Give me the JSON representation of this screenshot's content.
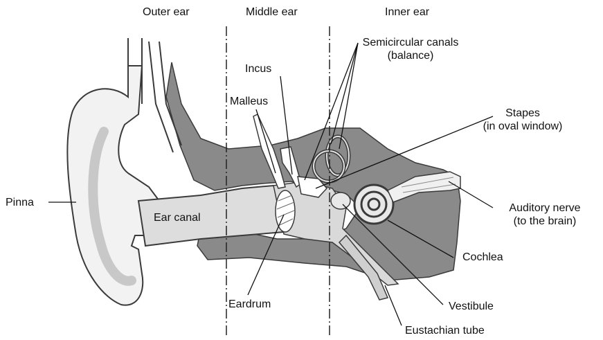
{
  "sections": {
    "outer": "Outer ear",
    "middle": "Middle ear",
    "inner": "Inner ear"
  },
  "labels": {
    "semicircular_line1": "Semicircular canals",
    "semicircular_line2": "(balance)",
    "incus": "Incus",
    "malleus": "Malleus",
    "stapes_line1": "Stapes",
    "stapes_line2": "(in oval window)",
    "pinna": "Pinna",
    "ear_canal": "Ear canal",
    "auditory_line1": "Auditory nerve",
    "auditory_line2": "(to the brain)",
    "cochlea": "Cochlea",
    "eardrum": "Eardrum",
    "vestibule": "Vestibule",
    "eustachian": "Eustachian tube"
  },
  "colors": {
    "bone_tissue": "#8a8a8a",
    "light_tissue": "#d9d9d9",
    "outline": "#3a3a3a",
    "text": "#111111"
  }
}
